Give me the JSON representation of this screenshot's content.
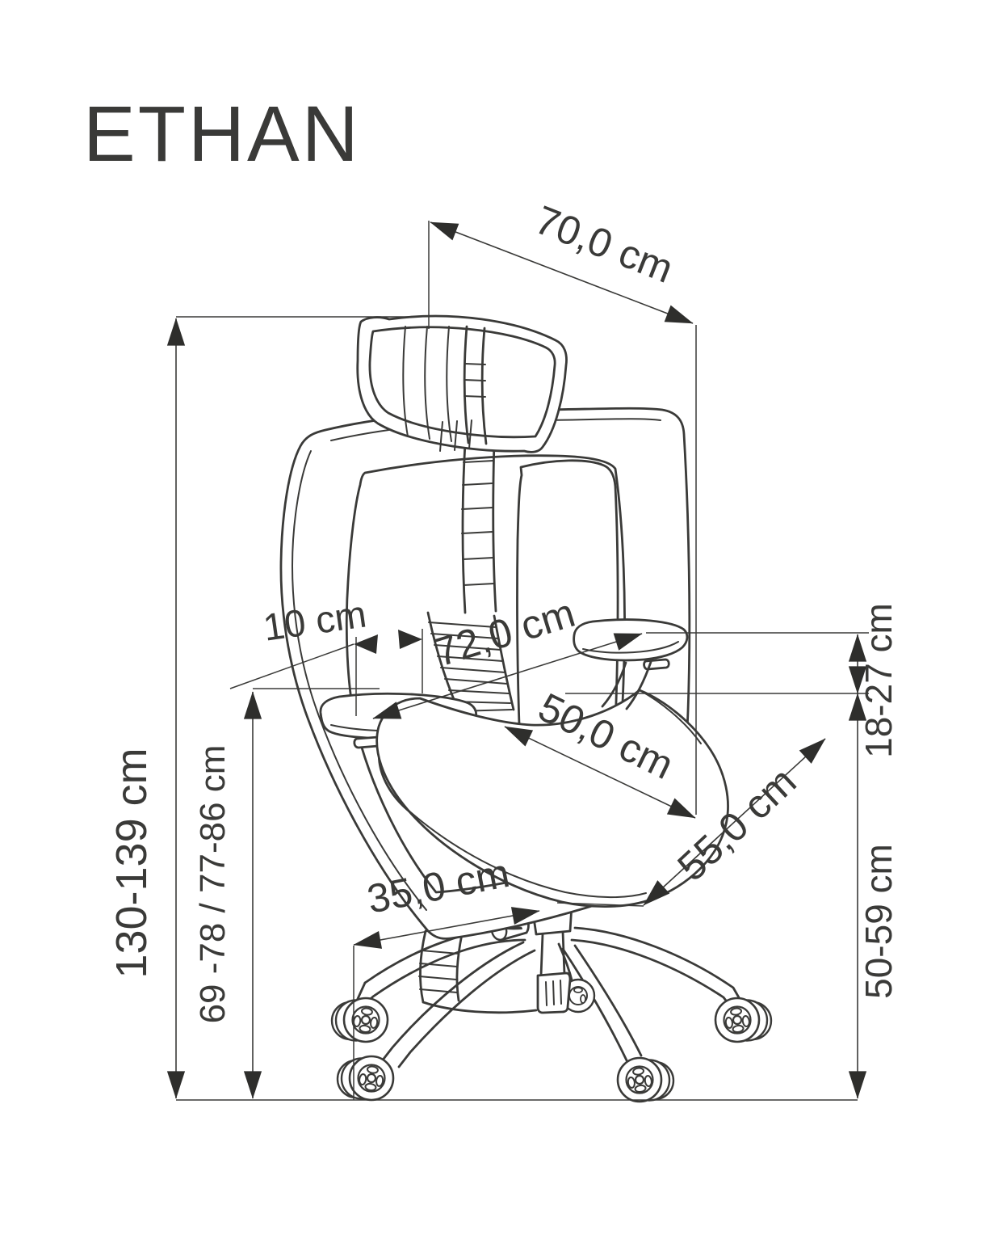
{
  "title": "ETHAN",
  "diagram_type": "office chair dimension drawing",
  "unit": "cm",
  "labels": {
    "total_depth": "70,0 cm",
    "total_height_range": "130-139 cm",
    "backrest_armrest_height_range": "69 -78 / 77-86 cm",
    "lumbar_adjustment": "10 cm",
    "backrest_span": "72,0 cm",
    "seat_width": "50,0 cm",
    "seat_depth": "55,0 cm",
    "base_leg_span": "35,0 cm",
    "armrest_above_seat_range": "18-27 cm",
    "seat_height_range": "50-59 cm"
  },
  "colors": {
    "ink": "#3a3a38",
    "background": "#ffffff"
  }
}
